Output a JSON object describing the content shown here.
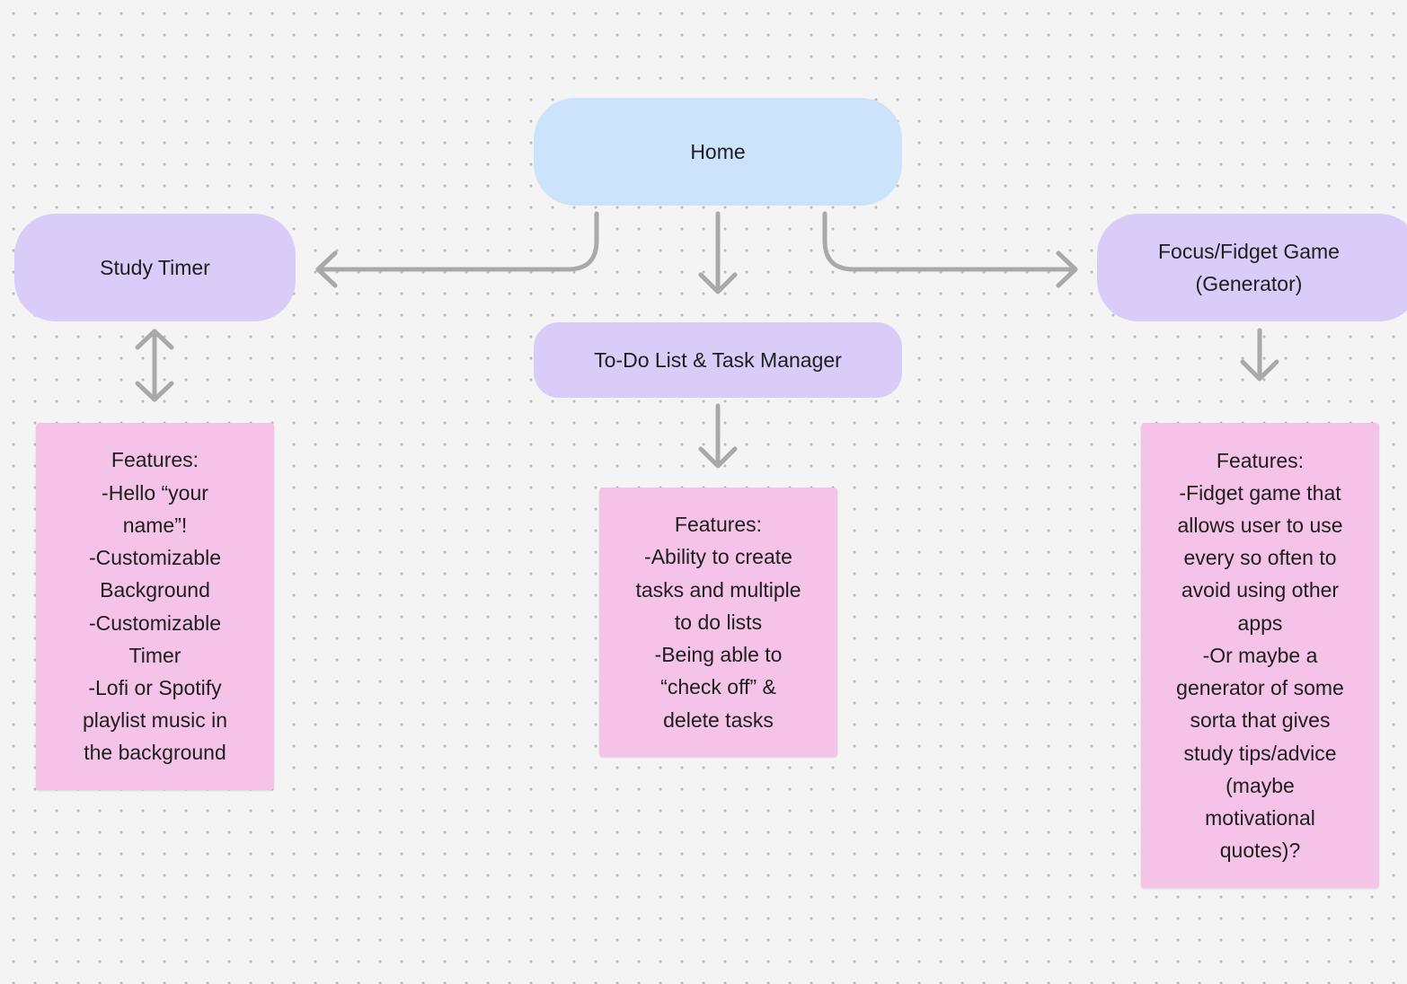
{
  "diagram": {
    "nodes": {
      "home": {
        "label": "Home"
      },
      "study_timer": {
        "label": "Study Timer"
      },
      "todo_list": {
        "label": "To-Do List & Task Manager"
      },
      "focus_game": {
        "label": "Focus/Fidget Game\n(Generator)"
      }
    },
    "notes": {
      "study_timer_features": {
        "text": "Features:\n-Hello “your\nname”!\n-Customizable\nBackground\n-Customizable\nTimer\n-Lofi or Spotify\nplaylist music in\nthe background"
      },
      "todo_features": {
        "text": "Features:\n-Ability to create\ntasks and multiple\nto do lists\n-Being able to\n“check off” &\ndelete tasks"
      },
      "focus_game_features": {
        "text": "Features:\n-Fidget game that\nallows user to use\nevery so often to\navoid using other\napps\n-Or maybe a\ngenerator of some\nsorta that gives\nstudy tips/advice\n(maybe\nmotivational\nquotes)?"
      }
    },
    "colors": {
      "background": "#f4f4f4",
      "grid_dot": "#b8b8b8",
      "home_fill": "#cce4fb",
      "page_fill": "#d9ccf8",
      "note_fill": "#f5c3e8",
      "connector": "#a9a9a9",
      "text": "#1e1e1e"
    }
  }
}
